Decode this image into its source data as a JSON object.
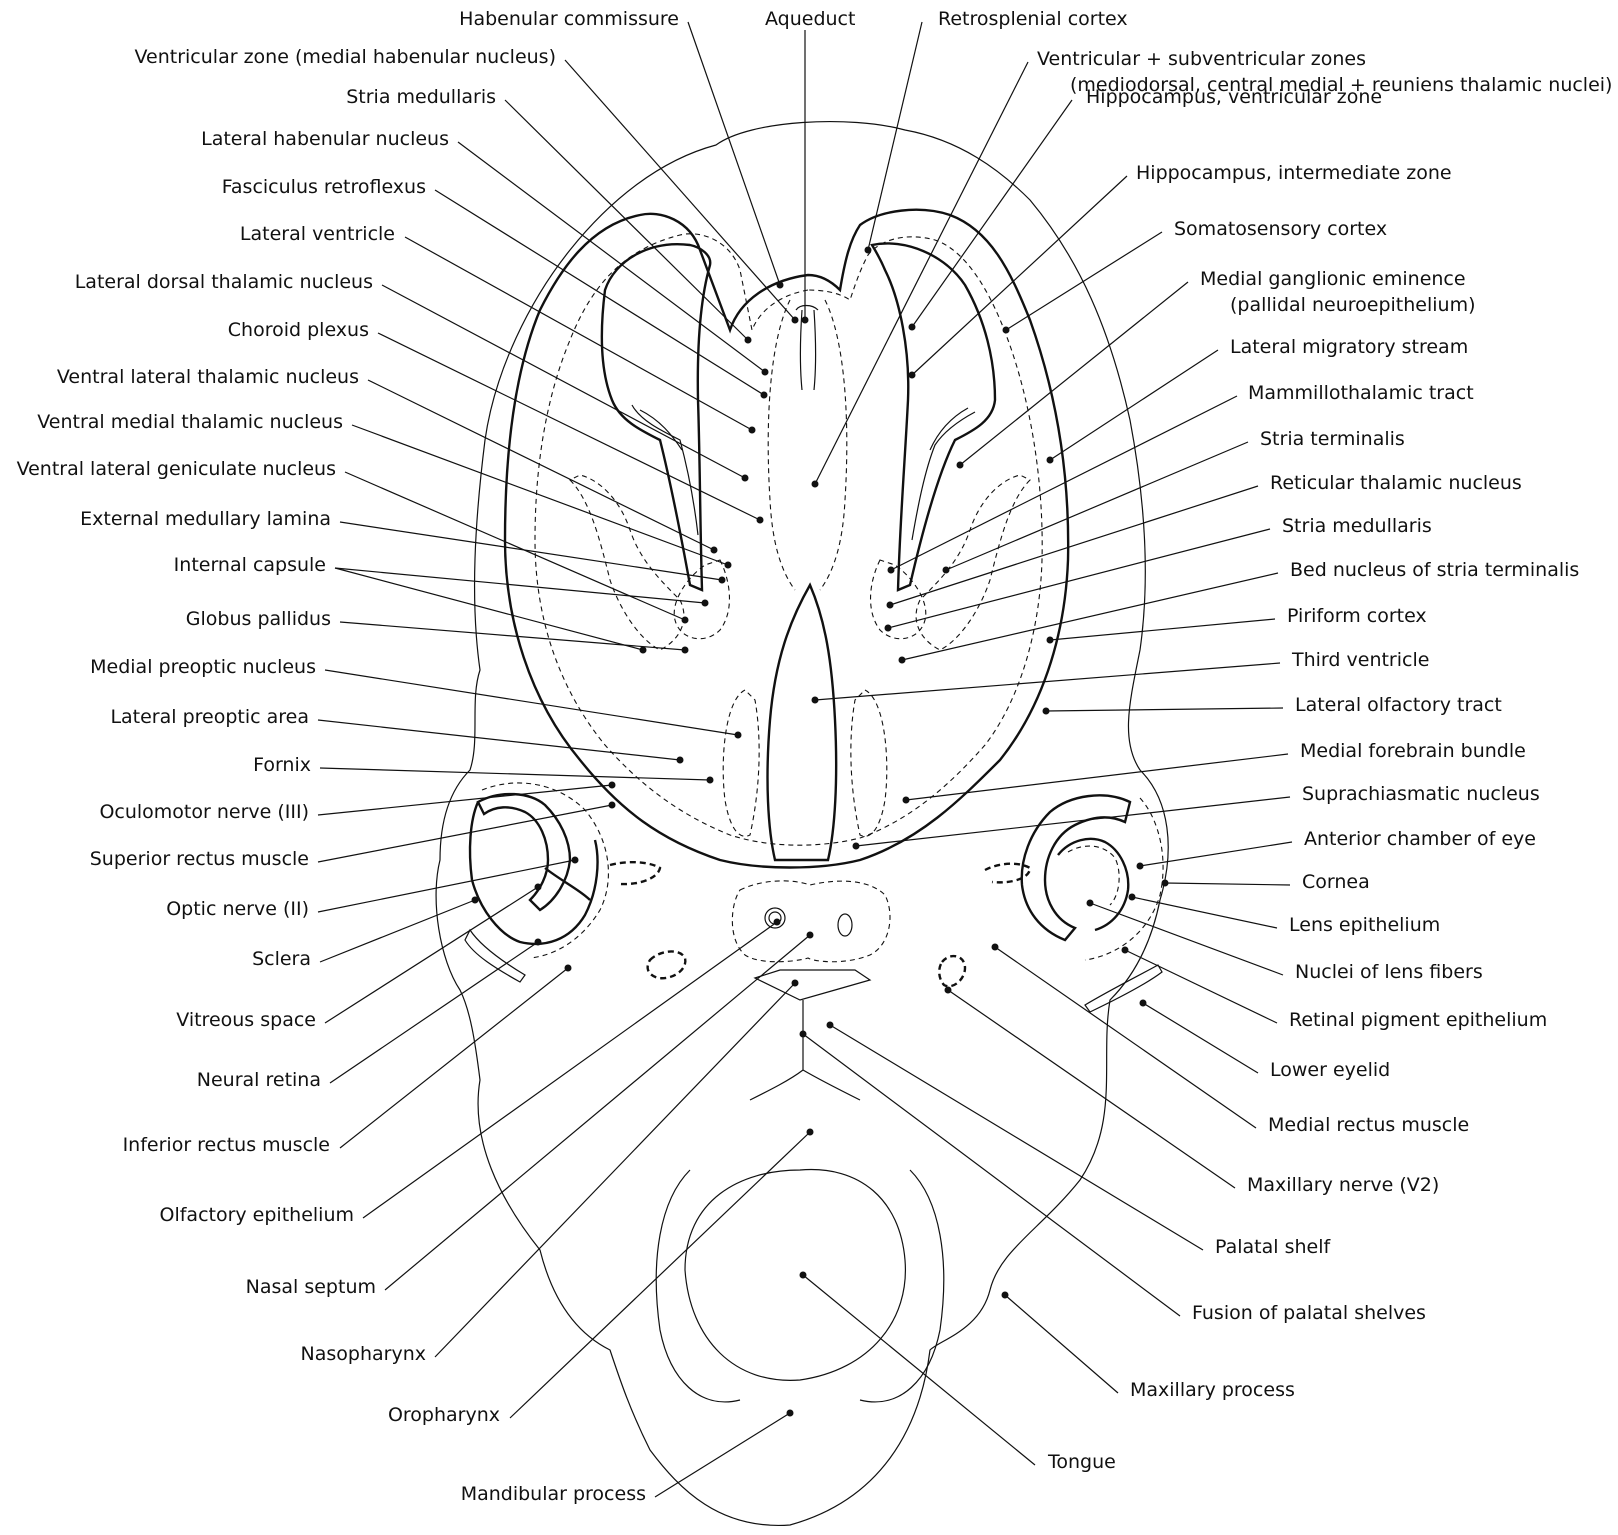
{
  "labels": {
    "l1": "Habenular commissure",
    "l2": "Ventricular zone (medial habenular nucleus)",
    "l3": "Stria medullaris",
    "l4": "Lateral habenular nucleus",
    "l5": "Fasciculus retroflexus",
    "l6": "Lateral ventricle",
    "l7": "Lateral dorsal thalamic nucleus",
    "l8": "Choroid plexus",
    "l9": "Ventral lateral thalamic nucleus",
    "l10": "Ventral medial thalamic nucleus",
    "l11": "Ventral lateral geniculate nucleus",
    "l12": "External medullary lamina",
    "l13": "Internal capsule",
    "l14": "Globus pallidus",
    "l15": "Medial preoptic nucleus",
    "l16": "Lateral preoptic area",
    "l17": "Fornix",
    "l18": "Oculomotor nerve (III)",
    "l19": "Superior rectus muscle",
    "l20": "Optic nerve (II)",
    "l21": "Sclera",
    "l22": "Vitreous space",
    "l23": "Neural retina",
    "l24": "Inferior rectus muscle",
    "l25": "Olfactory epithelium",
    "l26": "Nasal septum",
    "l27": "Nasopharynx",
    "l28": "Oropharynx",
    "l29": "Mandibular process",
    "r1": "Aqueduct",
    "r2": "Retrosplenial cortex",
    "r3a": "Ventricular + subventricular zones",
    "r3b": "(mediodorsal, central medial + reuniens thalamic nuclei)",
    "r4": "Hippocampus, ventricular zone",
    "r5": "Hippocampus, intermediate zone",
    "r6": "Somatosensory cortex",
    "r7a": "Medial ganglionic eminence",
    "r7b": "(pallidal neuroepithelium)",
    "r8": "Lateral migratory stream",
    "r9": "Mammillothalamic tract",
    "r10": "Stria terminalis",
    "r11": "Reticular thalamic nucleus",
    "r12": "Stria medullaris",
    "r13": "Bed nucleus of stria terminalis",
    "r14": "Piriform cortex",
    "r15": "Third ventricle",
    "r16": "Lateral olfactory tract",
    "r17": "Medial forebrain bundle",
    "r18": "Suprachiasmatic nucleus",
    "r19": "Anterior chamber of eye",
    "r20": "Cornea",
    "r21": "Lens epithelium",
    "r22": "Nuclei of lens fibers",
    "r23": "Retinal pigment epithelium",
    "r24": "Lower eyelid",
    "r25": "Medial rectus muscle",
    "r26": "Maxillary nerve (V2)",
    "r27": "Palatal shelf",
    "r28": "Fusion of palatal shelves",
    "r29": "Maxillary process",
    "r30": "Tongue"
  }
}
